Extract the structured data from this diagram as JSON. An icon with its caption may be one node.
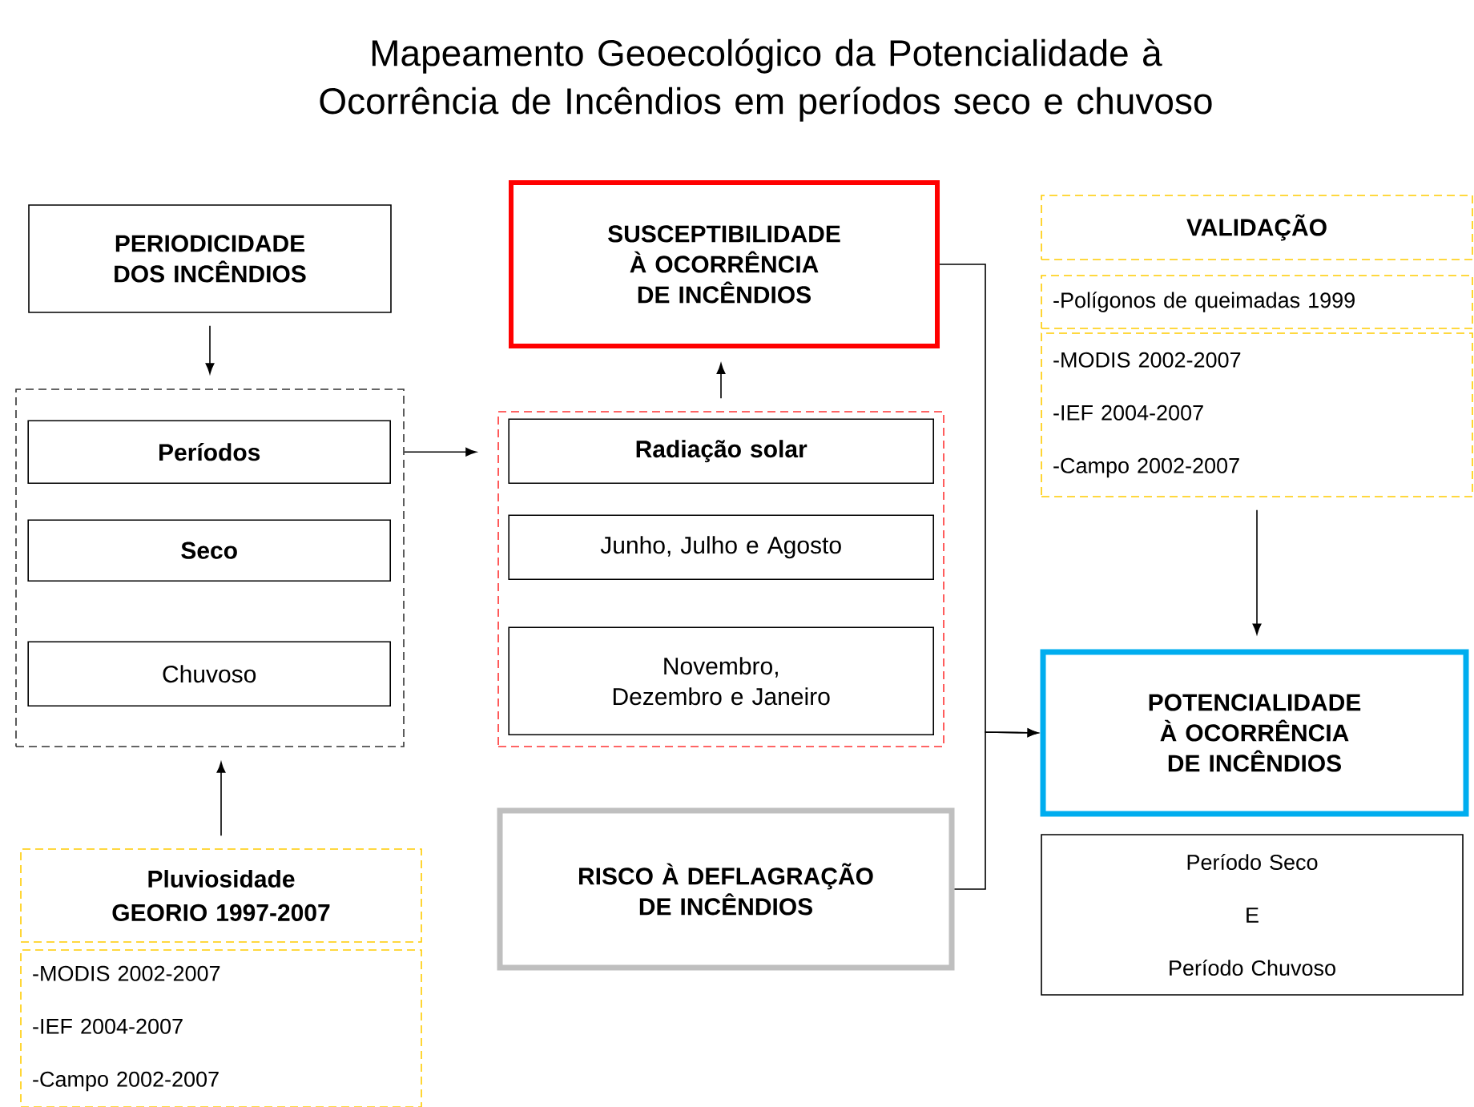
{
  "diagram": {
    "title": "Mapeamento Geoecológico da Potencialidade à Ocorrência de Incêndios em períodos seco e chuvoso",
    "nodes": [
      {
        "text": [
          "PERIODICIDADE DOS INCÊNDIOS"
        ]
      },
      {
        "text": [],
        "shape": "box"
      },
      {
        "text": [
          "Períodos"
        ],
        "in": 1
      },
      {
        "text": [
          "Seco"
        ],
        "in": 1
      },
      {
        "text": [
          "Chuvoso"
        ],
        "in": 1
      },
      {
        "text": [
          "SUSCEPTIBILIDADE À OCORRÊNCIA DE INCÊNDIOS"
        ]
      },
      {
        "text": [],
        "shape": "box"
      },
      {
        "text": [
          "Radiação solar"
        ],
        "in": 6
      },
      {
        "text": [
          "Junho, Julho e Agosto"
        ],
        "in": 6
      },
      {
        "text": [
          "Novembro, Dezembro e Janeiro"
        ],
        "in": 6
      },
      {
        "text": [
          "RISCO À DEFLAGRAÇÃO DE INCÊNDIOS"
        ]
      },
      {
        "text": [
          "VALIDAÇÃO"
        ]
      },
      {
        "text": [
          "-Polígonos de queimadas 1999"
        ]
      },
      {
        "text": [
          "-MODIS 2002-2007",
          "-IEF 2004-2007",
          "-Campo 2002-2007"
        ]
      },
      {
        "text": [
          "POTENCIALIDADE À OCORRÊNCIA DE INCÊNDIOS"
        ]
      },
      {
        "text": [
          "Período Seco",
          "E",
          "Período Chuvoso"
        ]
      },
      {
        "text": [
          "Pluviosidade",
          "GEORIO 1997-2007"
        ]
      },
      {
        "text": [
          "-MODIS 2002-2007",
          "-IEF 2004-2007",
          "-Campo 2002-2007"
        ]
      }
    ],
    "edges": [
      {
        "from": 0,
        "to": 1,
        "arrow": "to"
      },
      {
        "from": 16,
        "to": 1,
        "arrow": "to"
      },
      {
        "from": 1,
        "to": 6,
        "arrow": "to"
      },
      {
        "from": 6,
        "to": 5,
        "arrow": "to"
      },
      {
        "from": 5,
        "to": 14,
        "arrow": "to"
      },
      {
        "from": 10,
        "to": 14,
        "arrow": "to"
      },
      {
        "from": 13,
        "to": 14,
        "arrow": "to"
      }
    ]
  }
}
